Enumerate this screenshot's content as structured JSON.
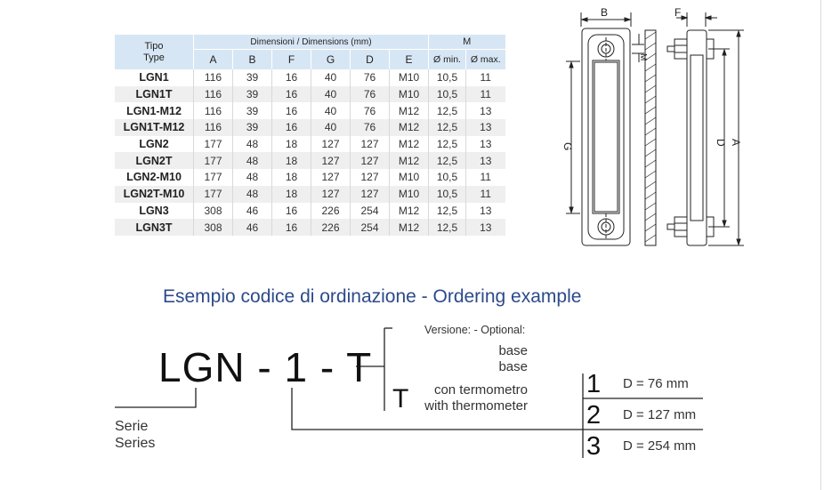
{
  "table": {
    "tipo_label_it": "Tipo",
    "tipo_label_en": "Type",
    "dimensions_header": "Dimensioni / Dimensions (mm)",
    "m_header": "M",
    "columns": [
      "A",
      "B",
      "F",
      "G",
      "D",
      "E"
    ],
    "m_sub": [
      "Ø min.",
      "Ø max."
    ],
    "rows": [
      {
        "tipo": "LGN1",
        "v": [
          "116",
          "39",
          "16",
          "40",
          "76",
          "M10",
          "10,5",
          "11"
        ]
      },
      {
        "tipo": "LGN1T",
        "v": [
          "116",
          "39",
          "16",
          "40",
          "76",
          "M10",
          "10,5",
          "11"
        ]
      },
      {
        "tipo": "LGN1-M12",
        "v": [
          "116",
          "39",
          "16",
          "40",
          "76",
          "M12",
          "12,5",
          "13"
        ]
      },
      {
        "tipo": "LGN1T-M12",
        "v": [
          "116",
          "39",
          "16",
          "40",
          "76",
          "M12",
          "12,5",
          "13"
        ]
      },
      {
        "tipo": "LGN2",
        "v": [
          "177",
          "48",
          "18",
          "127",
          "127",
          "M12",
          "12,5",
          "13"
        ]
      },
      {
        "tipo": "LGN2T",
        "v": [
          "177",
          "48",
          "18",
          "127",
          "127",
          "M12",
          "12,5",
          "13"
        ]
      },
      {
        "tipo": "LGN2-M10",
        "v": [
          "177",
          "48",
          "18",
          "127",
          "127",
          "M10",
          "10,5",
          "11"
        ]
      },
      {
        "tipo": "LGN2T-M10",
        "v": [
          "177",
          "48",
          "18",
          "127",
          "127",
          "M10",
          "10,5",
          "11"
        ]
      },
      {
        "tipo": "LGN3",
        "v": [
          "308",
          "46",
          "16",
          "226",
          "254",
          "M12",
          "12,5",
          "13"
        ]
      },
      {
        "tipo": "LGN3T",
        "v": [
          "308",
          "46",
          "16",
          "226",
          "254",
          "M12",
          "12,5",
          "13"
        ]
      }
    ]
  },
  "drawing": {
    "labels": {
      "B": "B",
      "F": "F",
      "M": "M",
      "G": "G",
      "D": "D",
      "A": "A"
    }
  },
  "ordering": {
    "title": "Esempio codice di ordinazione - Ordering example",
    "code": "LGN - 1 - T",
    "serie_it": "Serie",
    "serie_en": "Series",
    "versions_header": "Versione: - Optional:",
    "base_it": "base",
    "base_en": "base",
    "t_letter": "T",
    "thermo_it": "con termometro",
    "thermo_en": "with thermometer",
    "sizes": [
      {
        "n": "1",
        "d": "D =   76 mm"
      },
      {
        "n": "2",
        "d": "D = 127 mm"
      },
      {
        "n": "3",
        "d": "D = 254 mm"
      }
    ]
  }
}
